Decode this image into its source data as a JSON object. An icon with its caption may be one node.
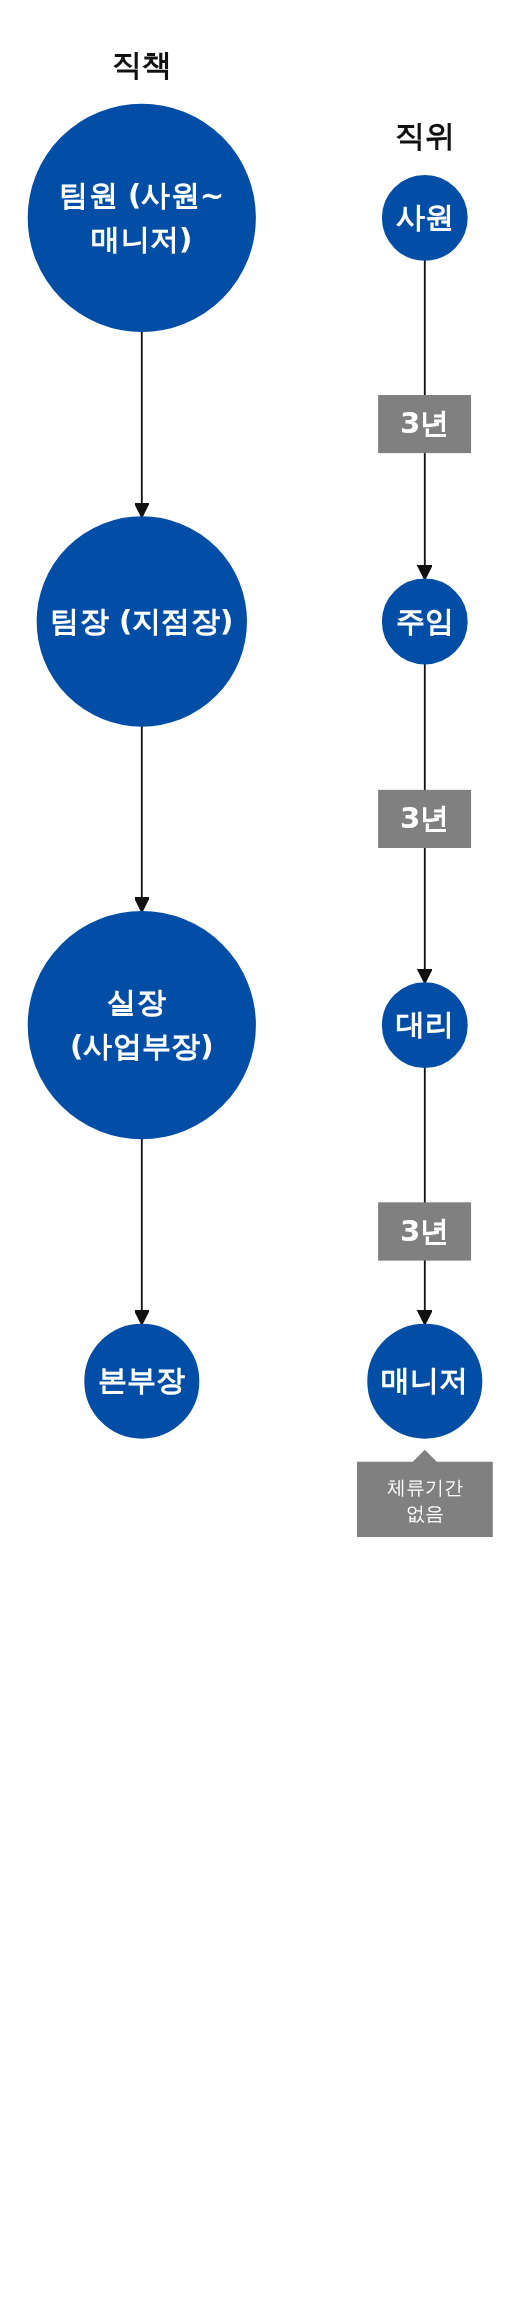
{
  "diagram": {
    "nodes": [
      {
        "text": [
          "팀원 (사원~매니저)"
        ]
      },
      {
        "text": [
          "팀장 (지점장)"
        ]
      },
      {
        "text": [
          "실장 (사업부장)"
        ]
      },
      {
        "text": [
          "본부장"
        ]
      },
      {
        "text": [
          "사원"
        ]
      },
      {
        "text": [
          "주임"
        ]
      },
      {
        "text": [
          "대리"
        ]
      },
      {
        "text": [
          "매니저"
        ],
        "beside": [
          "체류기간 없음"
        ]
      }
    ],
    "edges": [
      {
        "from": 0,
        "to": 1,
        "arrow": "to"
      },
      {
        "from": 1,
        "to": 2,
        "arrow": "to"
      },
      {
        "from": 2,
        "to": 3,
        "arrow": "to"
      },
      {
        "from": 4,
        "to": 5,
        "arrow": "to",
        "label": "3년"
      },
      {
        "from": 5,
        "to": 6,
        "arrow": "to",
        "label": "3년"
      },
      {
        "from": 6,
        "to": 7,
        "arrow": "to",
        "label": "3년"
      }
    ],
    "labels": [
      "직책",
      "직위"
    ]
  }
}
